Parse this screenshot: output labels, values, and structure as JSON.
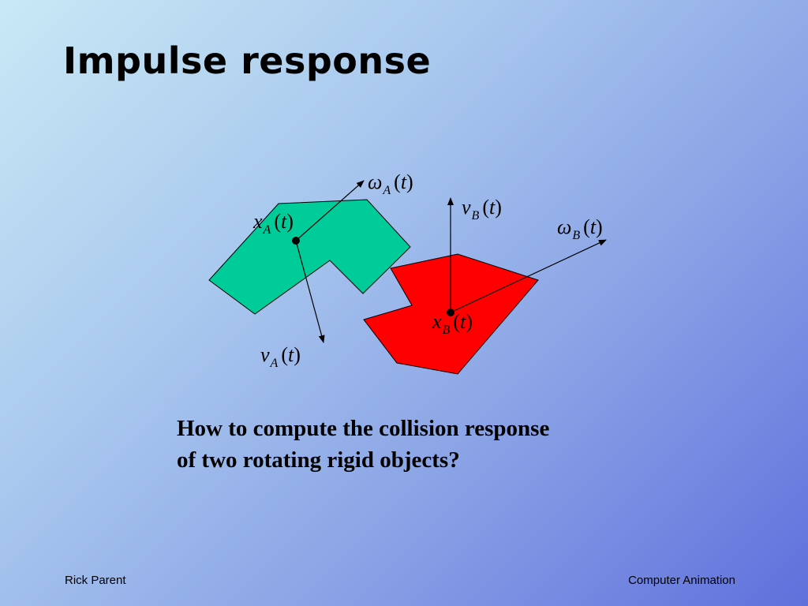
{
  "slide": {
    "title": "Impulse response",
    "question_line1": "How to compute the collision response",
    "question_line2": "of two rotating rigid objects?",
    "footer_left": "Rick Parent",
    "footer_right": "Computer Animation"
  },
  "diagram": {
    "object_a_color": "#00cc99",
    "object_b_color": "#ff0000",
    "labels": {
      "omega_a": {
        "symbol": "ω",
        "subscript": "A",
        "arg": "t"
      },
      "x_a": {
        "symbol": "x",
        "subscript": "A",
        "arg": "t"
      },
      "v_a": {
        "symbol": "v",
        "subscript": "A",
        "arg": "t"
      },
      "v_b": {
        "symbol": "v",
        "subscript": "B",
        "arg": "t"
      },
      "omega_b": {
        "symbol": "ω",
        "subscript": "B",
        "arg": "t"
      },
      "x_b": {
        "symbol": "x",
        "subscript": "B",
        "arg": "t"
      }
    }
  }
}
